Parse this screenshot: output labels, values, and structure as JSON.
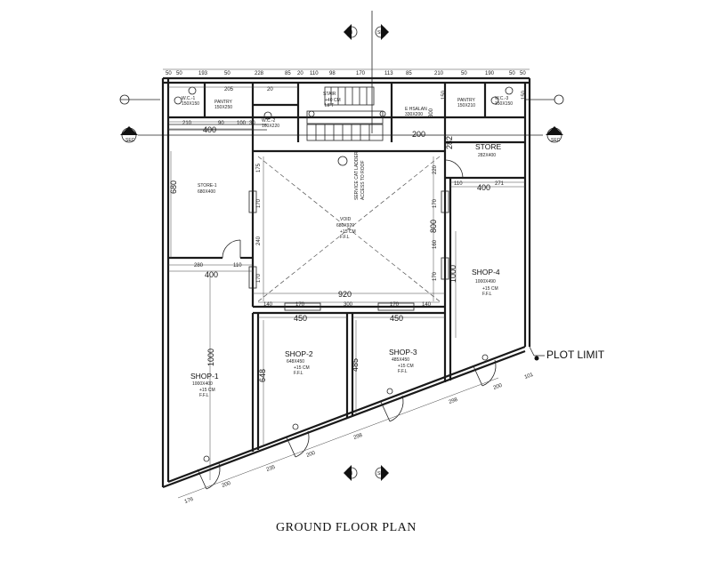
{
  "title": "GROUND  FLOOR PLAN",
  "plot_limit": "PLOT LIMIT",
  "section_marks": {
    "b_letter": "B",
    "a_letter": "A",
    "sec_label": "SEC"
  },
  "rooms": {
    "wc1": {
      "name": "W.C.-1",
      "size": "150X150"
    },
    "pantry1": {
      "name": "PANTRY",
      "size": "150X250"
    },
    "wc2": {
      "name": "W.C.-2",
      "size": "160X220"
    },
    "stair": {
      "name": "STAIR",
      "level": "+40 CM",
      "note": "LIFT"
    },
    "ehsalan": {
      "name": "E HSALAN",
      "size": "330X200"
    },
    "pantry2": {
      "name": "PANTRY",
      "size": "150X210"
    },
    "wc3": {
      "name": "W.C.-3",
      "size": "150X150"
    },
    "store": {
      "name": "STORE",
      "size": "282X400"
    },
    "store1": {
      "name": "STORE-1",
      "size": "680X400"
    },
    "void": {
      "name": "VOID",
      "size": "680X920",
      "level": "+15 CM",
      "ffl": "F.F.L",
      "note1": "SERVICE CAT LADDER",
      "note2": "ACCESS TO ROOF"
    },
    "shop1": {
      "name": "SHOP-1",
      "size": "1000X400",
      "level": "+15 CM",
      "ffl": "F.F.L"
    },
    "shop2": {
      "name": "SHOP-2",
      "size": "648X450",
      "level": "+15 CM",
      "ffl": "F.F.L"
    },
    "shop3": {
      "name": "SHOP-3",
      "size": "485X450",
      "level": "+15 CM",
      "ffl": "F.F.L"
    },
    "shop4": {
      "name": "SHOP-4",
      "size": "1000X490",
      "level": "+15 CM",
      "ffl": "F.F.L"
    }
  },
  "dims": {
    "top": [
      "50",
      "50",
      "193",
      "50",
      "228",
      "85",
      "20",
      "110",
      "98",
      "170",
      "113",
      "85",
      "210",
      "50",
      "190",
      "50",
      "50"
    ],
    "row2": [
      "205",
      "20",
      "150",
      "150"
    ],
    "row3": [
      "210",
      "90",
      "100",
      "30",
      "300"
    ],
    "d400a": "400",
    "d200": "200",
    "d282": "282",
    "d110": "110",
    "d271": "271",
    "d400b": "400",
    "d680": "680",
    "d175": "175",
    "d170a": "170",
    "d240": "240",
    "d170b": "170",
    "d220": "220",
    "d800": "800",
    "d170c": "170",
    "d160": "160",
    "d170d": "170",
    "d1000a": "1000",
    "d280": "280",
    "d110b": "110",
    "d400c": "400",
    "d920": "920",
    "d140a": "140",
    "d170e": "170",
    "d300": "300",
    "d170f": "170",
    "d140b": "140",
    "d450a": "450",
    "d450b": "450",
    "d1000b": "1000",
    "d648": "648",
    "d485": "485",
    "d176": "176",
    "d200b": "200",
    "d235": "235",
    "d200c": "200",
    "d298a": "298",
    "d298b": "298",
    "d200d": "200",
    "d101": "101"
  }
}
